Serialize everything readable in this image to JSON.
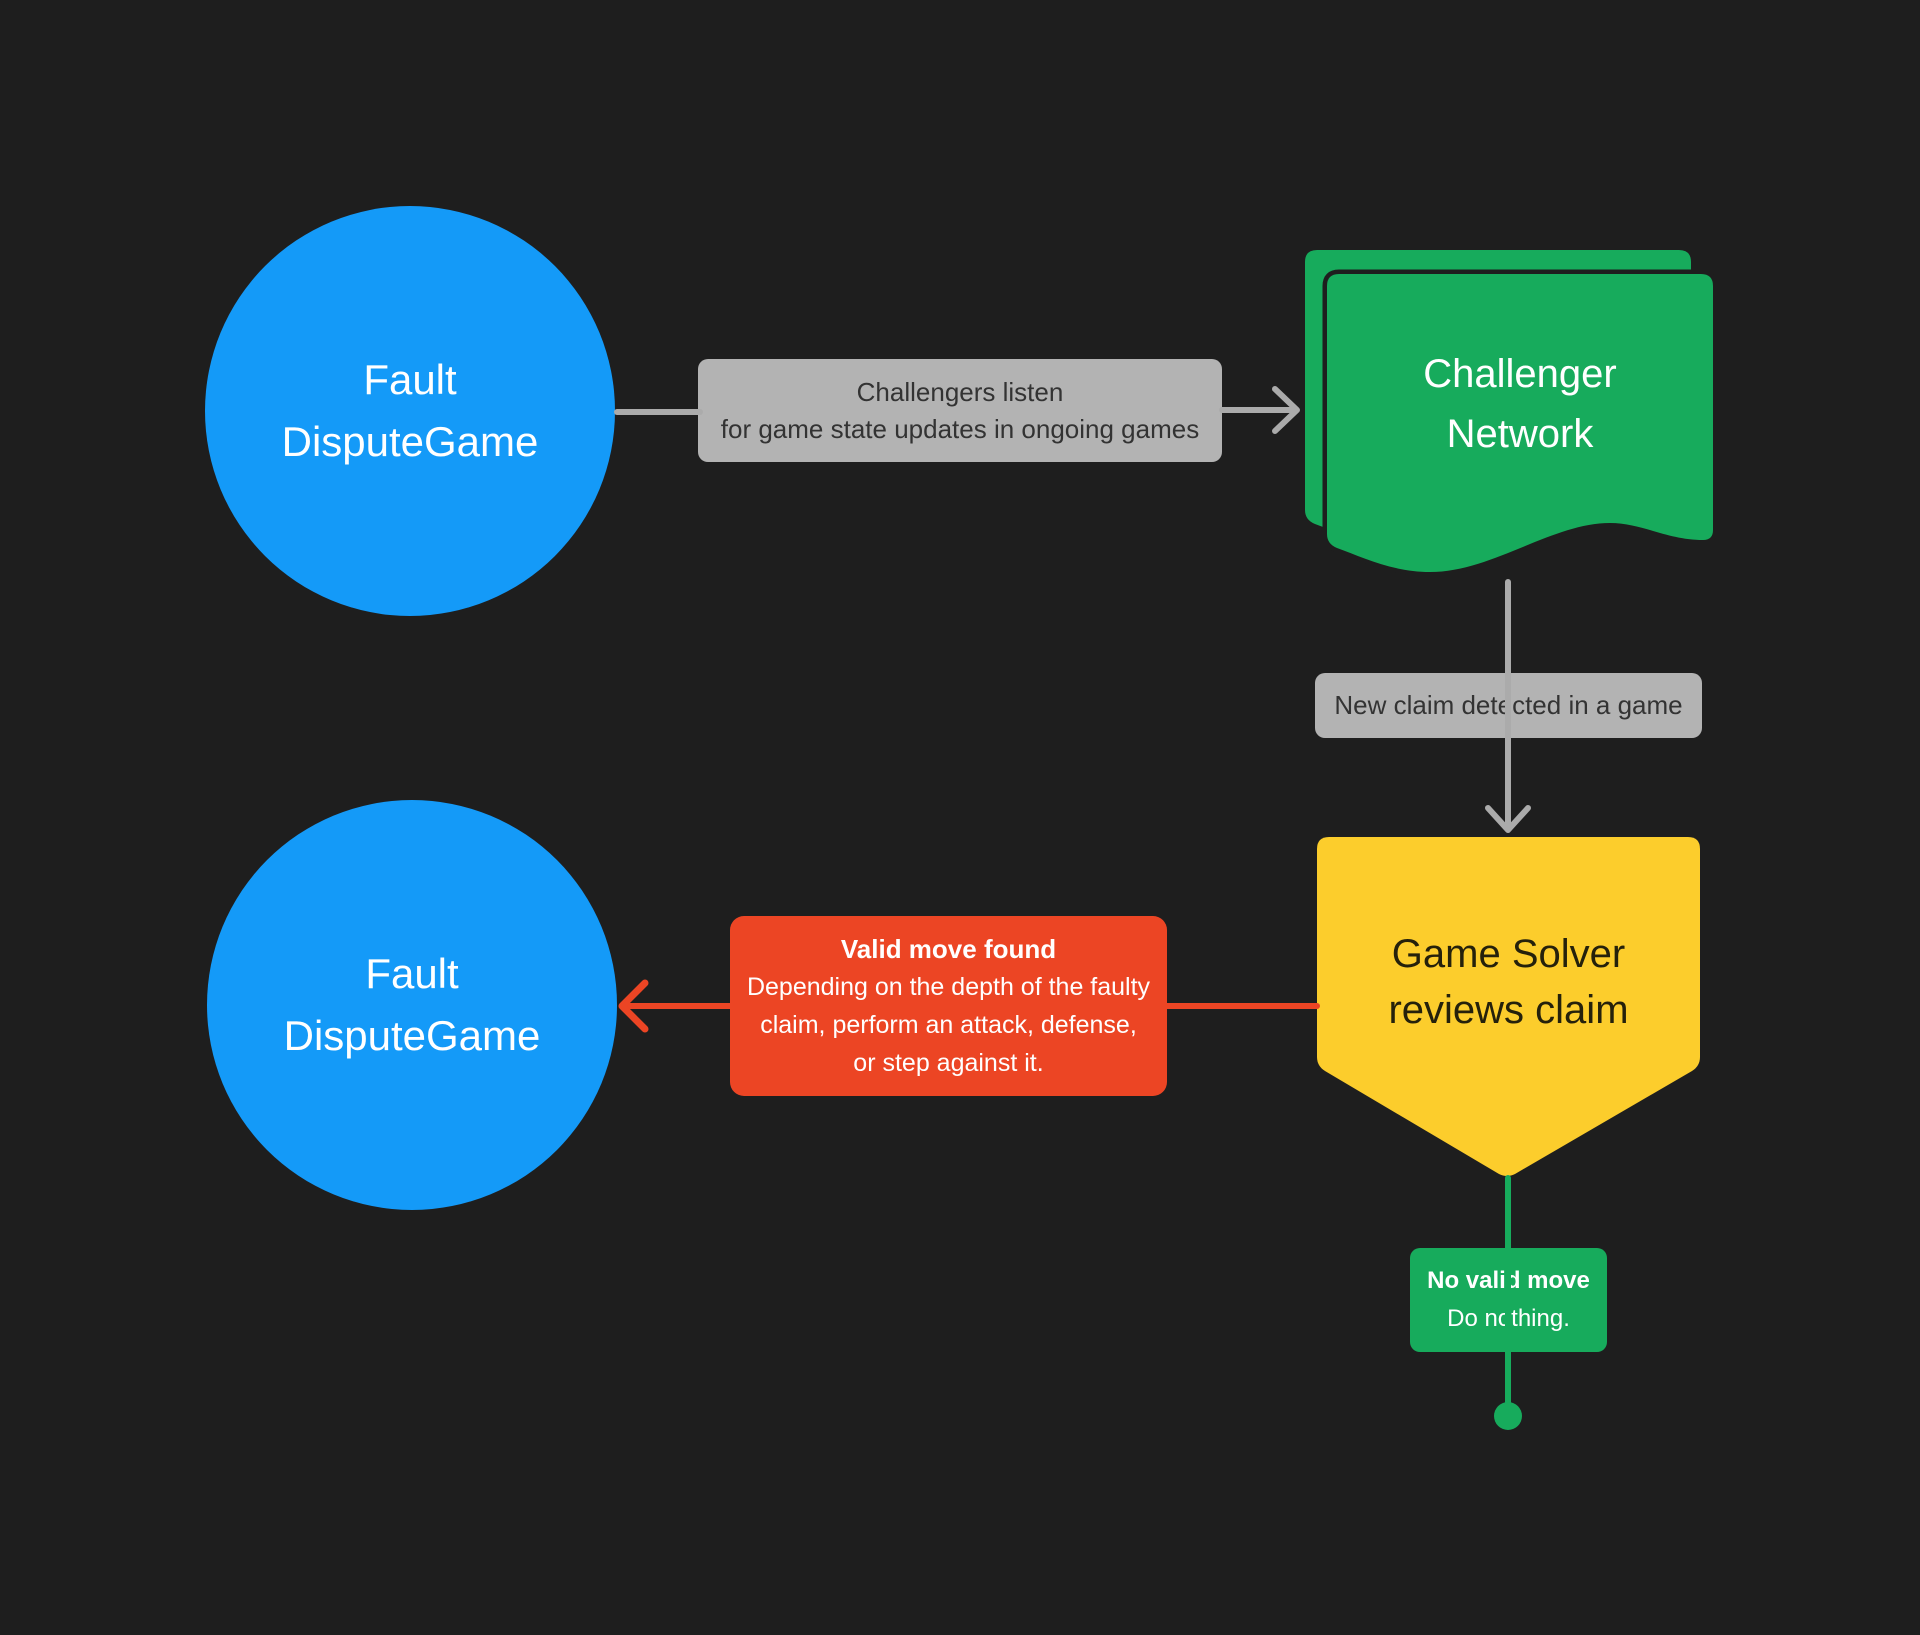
{
  "diagram": {
    "background_color": "#1E1E1E",
    "colors": {
      "blue": "#149AF8",
      "green": "#17AB5C",
      "yellow": "#FCCD2C",
      "red": "#EC4524",
      "label_gray": "#B3B3B3",
      "line_gray": "#ABABAB",
      "label_text": "#333333",
      "pentagon_text": "#25210B",
      "white": "#FFFFFF"
    },
    "nodes": {
      "fault_dispute_game_top": {
        "line1": "Fault",
        "line2": "DisputeGame",
        "shape": "circle"
      },
      "challenger_network": {
        "line1": "Challenger",
        "line2": "Network",
        "shape": "flag"
      },
      "game_solver": {
        "line1": "Game Solver",
        "line2": "reviews claim",
        "shape": "pentagon"
      },
      "fault_dispute_game_bottom": {
        "line1": "Fault",
        "line2": "DisputeGame",
        "shape": "circle"
      }
    },
    "edges": {
      "listen_label": {
        "line1": "Challengers listen",
        "line2": "for game state updates in ongoing games",
        "from": "fault_dispute_game_top",
        "to": "challenger_network"
      },
      "new_claim_label": {
        "text": "New claim detected in a game",
        "from": "challenger_network",
        "to": "game_solver"
      },
      "valid_move_label": {
        "title": "Valid move found",
        "line1": "Depending on the depth of the faulty",
        "line2": "claim, perform an attack, defense,",
        "line3": "or step against it.",
        "from": "game_solver",
        "to": "fault_dispute_game_bottom"
      },
      "no_valid_move_label": {
        "title": "No valid move",
        "line1": "Do nothing.",
        "from": "game_solver",
        "to": "terminal-dot"
      }
    }
  }
}
